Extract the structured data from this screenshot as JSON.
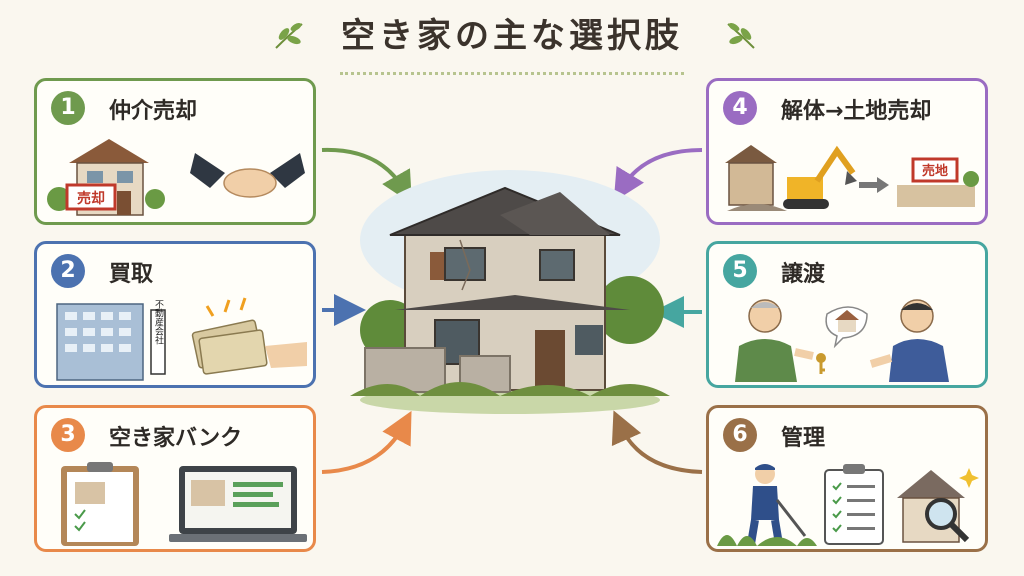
{
  "title": "空き家の主な選択肢",
  "colors": {
    "green": "#6f9a4e",
    "blue": "#4c72b0",
    "orange": "#e8894a",
    "purple": "#9a6cc2",
    "teal": "#46a6a0",
    "brown": "#9a7048"
  },
  "options": [
    {
      "number": "1",
      "label": "仲介売却",
      "sign": "売却"
    },
    {
      "number": "2",
      "label": "買取",
      "sign": "不動産会社"
    },
    {
      "number": "3",
      "label": "空き家バンク"
    },
    {
      "number": "4",
      "label": "解体→土地売却",
      "sign": "売地"
    },
    {
      "number": "5",
      "label": "譲渡"
    },
    {
      "number": "6",
      "label": "管理"
    }
  ],
  "icons": [
    "leaf-icon",
    "house-icon",
    "handshake-icon",
    "building-icon",
    "money-icon",
    "clipboard-icon",
    "laptop-icon",
    "excavator-icon",
    "key-icon",
    "magnifier-icon",
    "worker-icon"
  ]
}
